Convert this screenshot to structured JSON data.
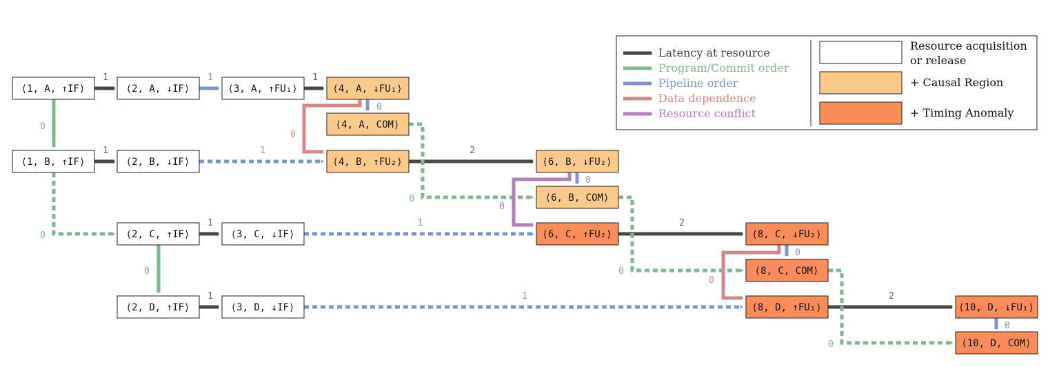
{
  "colors": {
    "latency": "#474747",
    "program": "#7fb88f",
    "pipeline": "#7b96cf",
    "data": "#d68888",
    "resource": "#b27fbb",
    "plain": "#ffffff",
    "causal": "#fbc98a",
    "anomaly": "#f98c58"
  },
  "nodes": {
    "n1A": "⟨1, A, ↑IF⟩",
    "n2A": "⟨2, A, ↓IF⟩",
    "n3A": "⟨3, A, ↑FU₁⟩",
    "n4A": "⟨4, A, ↓FU₁⟩",
    "n4Acom": "⟨4, A, COM⟩",
    "n1B": "⟨1, B, ↑IF⟩",
    "n2B": "⟨2, B, ↓IF⟩",
    "n4B": "⟨4, B, ↑FU₂⟩",
    "n6B": "⟨6, B, ↓FU₂⟩",
    "n6Bcom": "⟨6, B, COM⟩",
    "n2C": "⟨2, C, ↑IF⟩",
    "n3C": "⟨3, C, ↓IF⟩",
    "n6C": "⟨6, C, ↑FU₂⟩",
    "n8C": "⟨8, C, ↓FU₂⟩",
    "n8Ccom": "⟨8, C, COM⟩",
    "n2D": "⟨2, D, ↑IF⟩",
    "n3D": "⟨3, D, ↓IF⟩",
    "n8D": "⟨8, D, ↑FU₁⟩",
    "n10D": "⟨10, D, ↓FU₁⟩",
    "n10Dcom": "⟨10, D, COM⟩"
  },
  "edge_labels": {
    "e1A2A": "1",
    "e2A3A": "1",
    "e3A4A": "1",
    "e4A4Acom": "0",
    "e1A1B": "0",
    "e4A4B": "0",
    "e1B2B": "1",
    "e2B4B": "1",
    "e4B6B": "2",
    "e6B6Bcom": "0",
    "e4Acom6Bcom": "0",
    "e6B6C": "0",
    "e1B2C": "0",
    "e2C3C": "1",
    "e3C6C": "1",
    "e6C8C": "2",
    "e8C8Ccom": "0",
    "e6Bcom8Ccom": "0",
    "e8C8D": "0",
    "e2C2D": "0",
    "e2D3D": "1",
    "e3D8D": "1",
    "e8D10D": "2",
    "e10D10Dcom": "0",
    "e8Ccom10Dcom": "0"
  },
  "legend": {
    "edges": [
      "Latency at resource",
      "Program/Commit order",
      "Pipeline order",
      "Data dependence",
      "Resource conflict"
    ],
    "nodes": {
      "plain_line1": "Resource acquisition",
      "plain_line2": "or release",
      "causal": "+ Causal Region",
      "anomaly": "+ Timing Anomaly"
    }
  }
}
